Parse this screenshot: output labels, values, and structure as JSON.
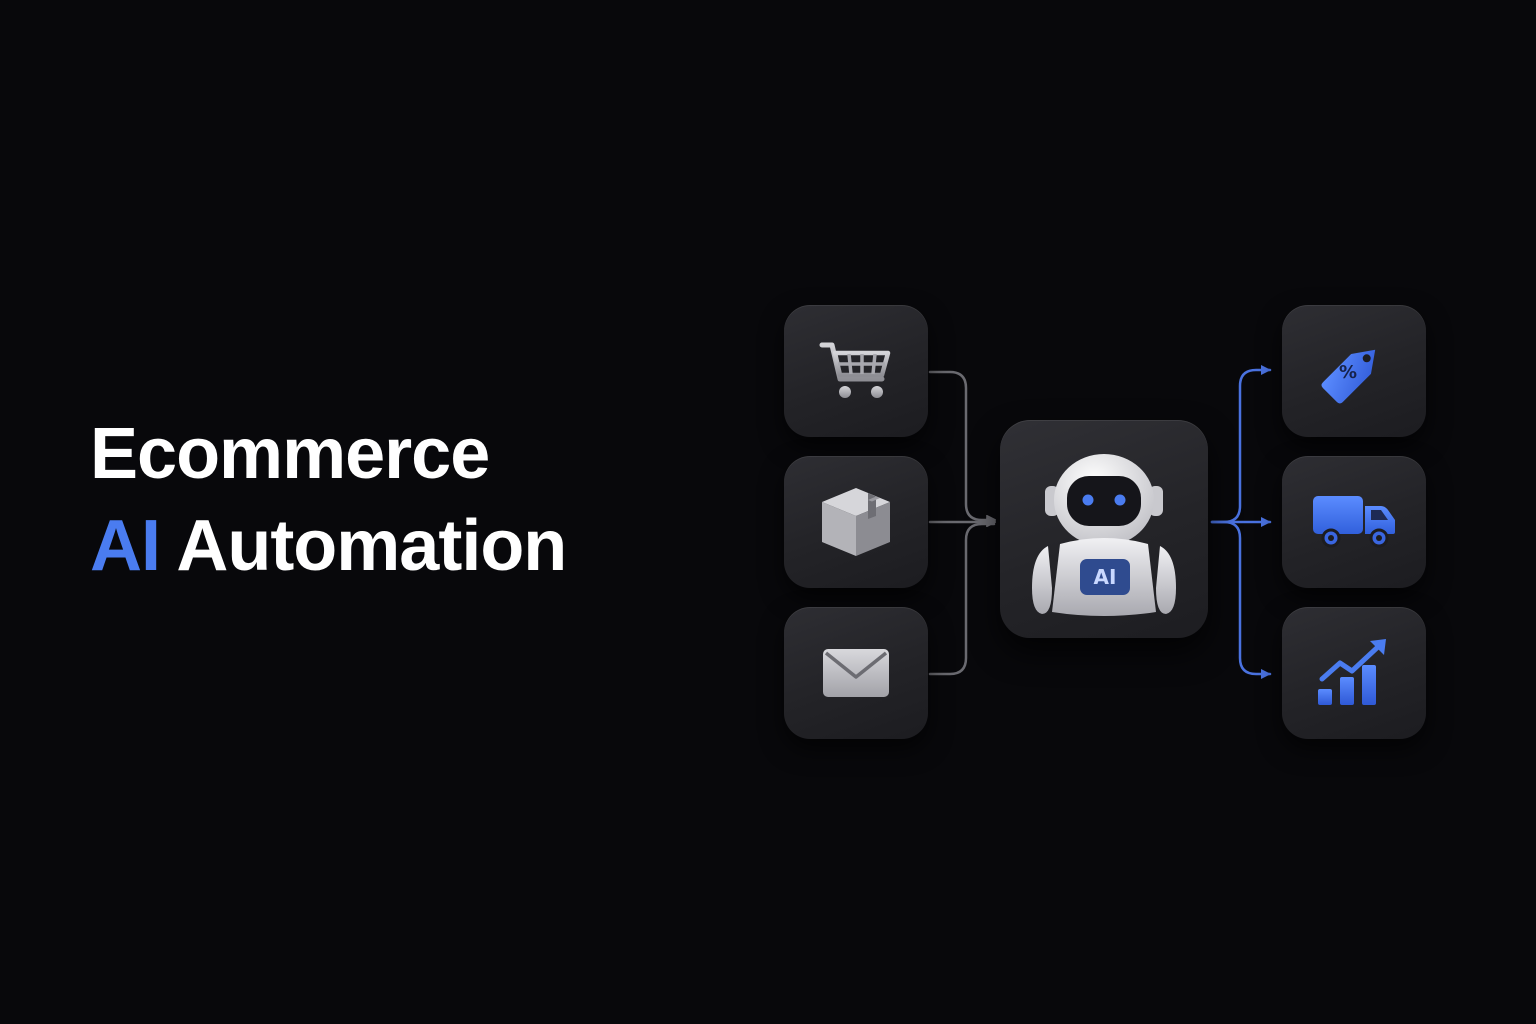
{
  "headline": {
    "line1": "Ecommerce",
    "accent": "AI",
    "rest": "Automation"
  },
  "hub": {
    "badge_label": "AI",
    "icon": "robot-icon"
  },
  "inputs": [
    {
      "icon": "shopping-cart-icon"
    },
    {
      "icon": "package-box-icon"
    },
    {
      "icon": "envelope-icon"
    }
  ],
  "outputs": [
    {
      "icon": "discount-tag-icon",
      "glyph": "%"
    },
    {
      "icon": "delivery-truck-icon"
    },
    {
      "icon": "growth-chart-icon"
    }
  ],
  "colors": {
    "background": "#08080b",
    "accent": "#4a7cf0",
    "tile": "#26262a",
    "input_connector": "#6a6a70",
    "output_connector": "#4a72e0"
  }
}
